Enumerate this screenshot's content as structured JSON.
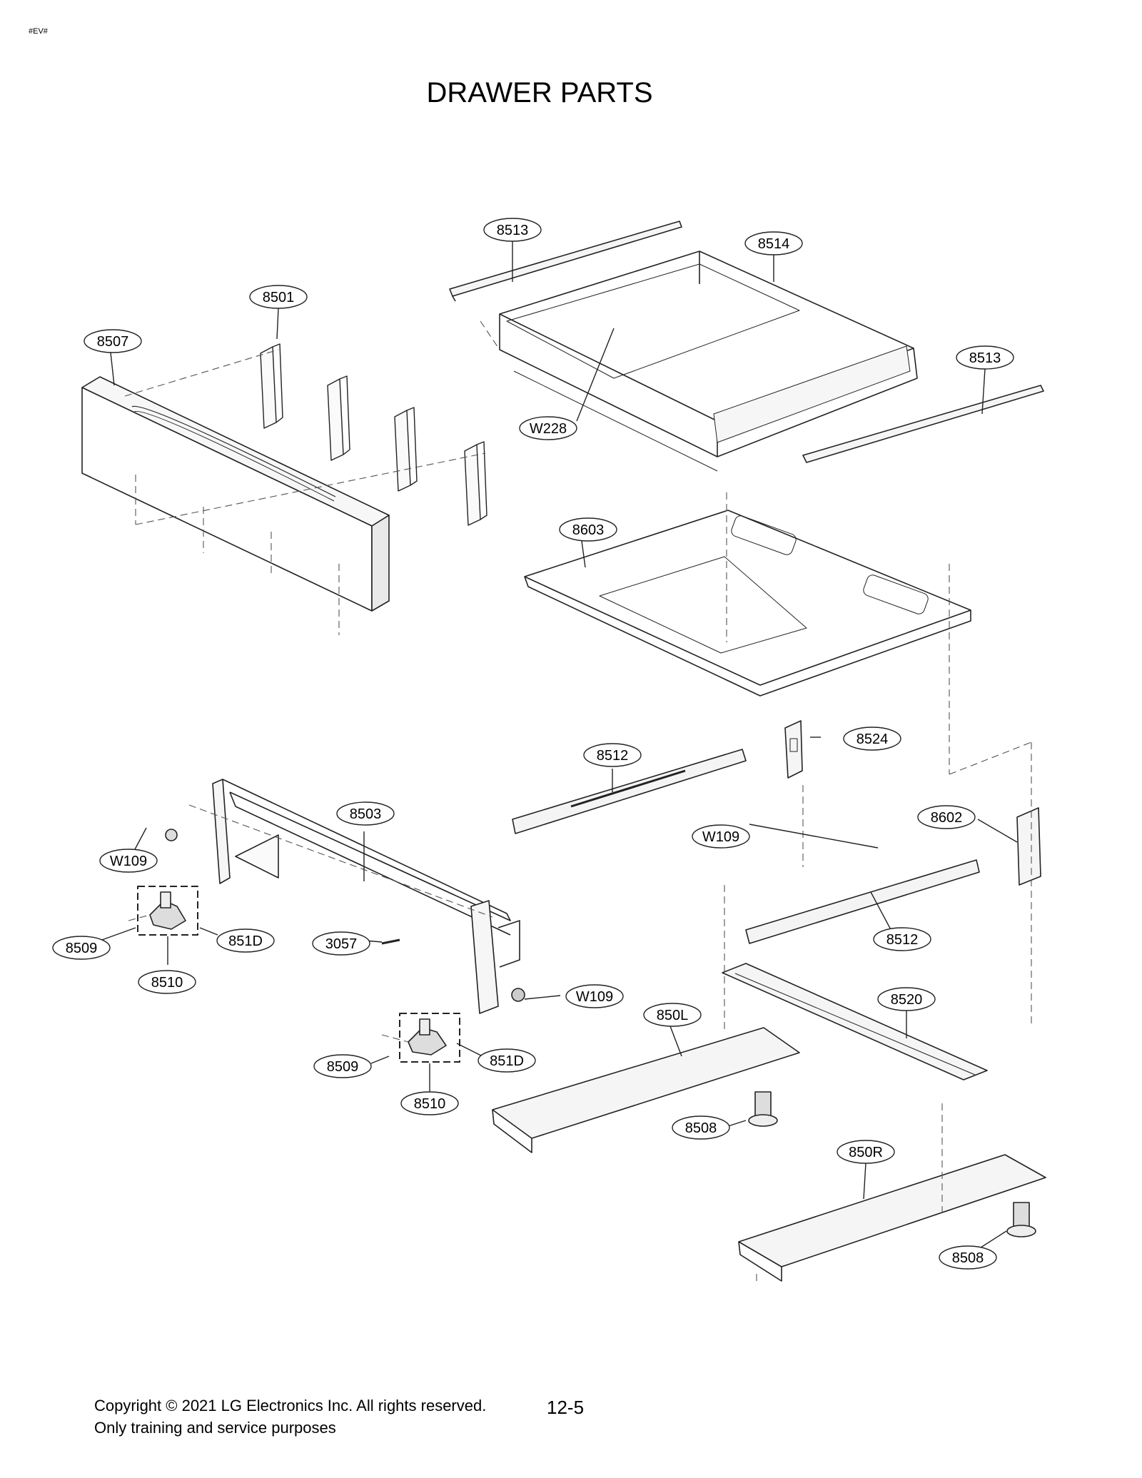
{
  "doc_code": "#EV#",
  "title": "DRAWER PARTS",
  "footer": {
    "copyright": "Copyright © 2021 LG Electronics Inc. All rights reserved.",
    "note": "Only training and service purposes",
    "page": "12-5"
  },
  "callouts": {
    "c8513a": "8513",
    "c8514": "8514",
    "c8501": "8501",
    "c8507": "8507",
    "c8513b": "8513",
    "cW228": "W228",
    "c8603": "8603",
    "c8524": "8524",
    "c8512a": "8512",
    "c8503": "8503",
    "c8602": "8602",
    "cW109a": "W109",
    "cW109b": "W109",
    "c8509a": "8509",
    "c851Da": "851D",
    "c3057": "3057",
    "c8512b": "8512",
    "c8510a": "8510",
    "cW109c": "W109",
    "c8520": "8520",
    "c850L": "850L",
    "c8509b": "8509",
    "c851Db": "851D",
    "c8510b": "8510",
    "c8508a": "8508",
    "c850R": "850R",
    "c8508b": "8508"
  }
}
